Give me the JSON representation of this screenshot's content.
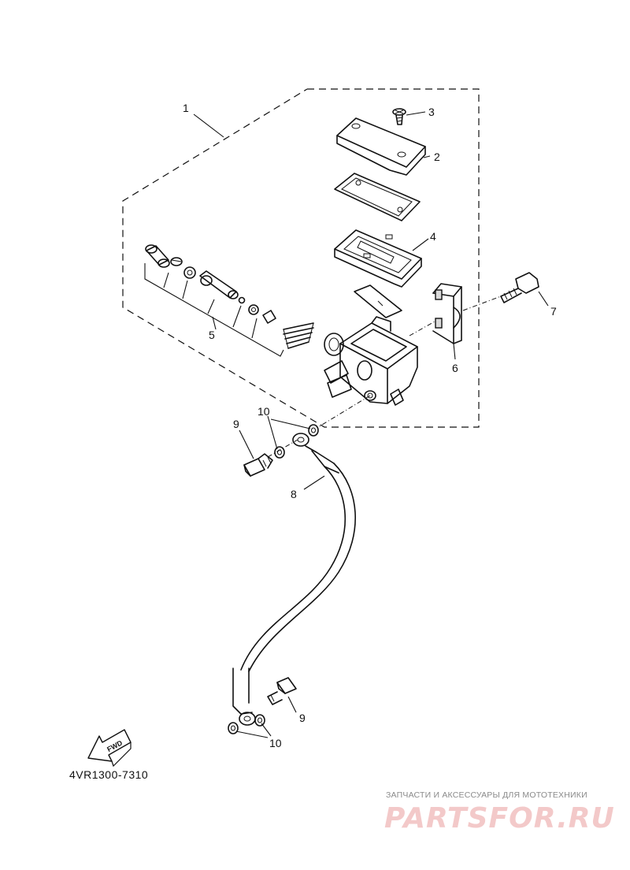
{
  "diagram": {
    "code": "4VR1300-7310",
    "fwd_label": "FWD",
    "callouts": {
      "c1": "1",
      "c2": "2",
      "c3": "3",
      "c4": "4",
      "c5": "5",
      "c6": "6",
      "c7": "7",
      "c8": "8",
      "c9a": "9",
      "c9b": "9",
      "c10a": "10",
      "c10b": "10"
    }
  },
  "watermark": {
    "tagline": "ЗАПЧАСТИ И АКСЕССУАРЫ ДЛЯ МОТОТЕХНИКИ",
    "logo_text": "PARTSFOR.RU"
  }
}
